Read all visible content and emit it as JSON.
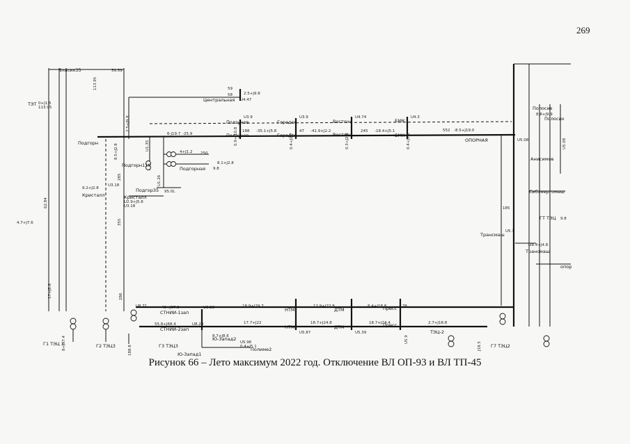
{
  "page_number": "269",
  "caption": "Рисунок 66 – Лето максимум 2022 год. Отключение ВЛ ОП-93 и ВЛ ТП-45",
  "stations": {
    "vlasikha": "Власих35",
    "tet": "ТЭТ",
    "centralnaya": "Центральная",
    "polzunova_top": "Ползунов",
    "gorodskaya_top": "Городск",
    "vostochnaya_top": "Восточн",
    "bmk_top": "БМК",
    "polzunova_bot": "Ползунов",
    "gorodskaya_bot": "Городск",
    "vostochnaya_bot": "Восточн",
    "bmk_bot": "БМК",
    "podgorn": "Подгорн",
    "podgornaya_110": "Подгорн110",
    "podgornaya": "Подгорная",
    "podgor35": "Подгор35",
    "kristall_left": "Кристалл",
    "kristall_right": "Кристалл",
    "opornaya": "ОПОРНАЯ",
    "polosikha_1": "Полосих",
    "polosikha_2": "Полосих",
    "aniksinova": "Анисимов",
    "sibenergomash": "Сибэнергомаш",
    "gt_tec": "ГТ ТЭЦ",
    "transmash_1": "Трансмаш",
    "transmash_2": "Трансмаш",
    "opor_right": "опор",
    "ntm_1": "НТМ",
    "ntm_2": "НТМ",
    "dtm_1": "ДТМ",
    "dtm_2": "ДТМ",
    "press_1": "Пресс",
    "press_2": "Пресс",
    "sibniiz_1": "СТНИИ-1зап",
    "sibniiz_2": "СТНИИ-2зап",
    "yu_zap_1": "Ю-Запад2",
    "yu_zap_2": "Ю-Запад1",
    "polimer": "Полиме2",
    "tec2": "ТЭЦ-2"
  },
  "generators": {
    "g1": "Г1 ТЭЦ 3",
    "g2": "Г2 ТЭЦ3",
    "g3": "Г3 ТЭЦ3",
    "g7": "Г7 ТЭЦ2"
  },
  "values": {
    "v_top": "59.59",
    "v_tet": "0+J1.5",
    "v_tet2": "113.95",
    "v_cent1": "59",
    "v_cent2": "58",
    "v_cent3": "2.5+J9.8",
    "v_cent4": "U4.47",
    "v_main1": "6-j19.7",
    "v_main2": "-25.9",
    "v_pz1": "0.9+J10.8",
    "v_pz2": "U3.9",
    "v_gr1": "U3.9",
    "v_gr2": "0.4+J1.7",
    "v_vs1": "U4.74",
    "v_vs2": "0.3+J2.8",
    "v_bmk1": "U4.3",
    "v_bmk2": "0.4+J3.1",
    "v_b1": "188",
    "v_b2": "-35.1+J5.8",
    "v_b3": "47",
    "v_b4": "-41.9+J2.2",
    "v_b5": "245",
    "v_b6": "-18.4+J5.1",
    "v_b7": "552",
    "v_b8": "-8.5+J19.0",
    "v_op1": "U5.08",
    "v_pd1": "8.5+J2.8",
    "v_pd2": "U1.35",
    "v_pd3": "U1.26",
    "v_pd4": "95.0L",
    "v_pd5": "4+J1.2",
    "v_pd6": "250",
    "v_pd7": "8.1+J2.8",
    "v_pd8": "9.8",
    "v_kr1": "9.2+J2.8",
    "v_kr2": "U3.18",
    "v_kr3": "U2.9+J5.8",
    "v_kr4": "U3.18",
    "v_vert1": "285",
    "v_vert2": "286",
    "v_vert3": "355",
    "v_left1": "4.7+J7.6",
    "v_left2": "62.84",
    "v_left3": "17+J8.6",
    "v_bot1": "U8.71",
    "v_bot2": "46+J67.6",
    "v_bot3": "U8.18",
    "v_bot4": "18.9+J29.7",
    "v_bot5": "12.9+J22.8",
    "v_bot6": "8.4+J18.8",
    "v_bot7": "76",
    "v_bot8": "55.8+J68.4",
    "v_bot9": "U8.29",
    "v_bot10": "17.7+J22",
    "v_bot11": "18.7+J24.8",
    "v_bot12": "18.7+J24.4",
    "v_bot13": "2.7+J18.8",
    "v_bot14": "U5.87",
    "v_bot15": "U5.39",
    "v_bot16": "U5.9",
    "v_bot17": "8.7+J8.6",
    "v_bot18": "U5.96",
    "v_bot19": "0.4+J5.1",
    "v_r1": "185",
    "v_r2": "U5.1",
    "v_r3": "-38.4+J4.8",
    "v_r4": "U5.08",
    "v_r5": "8.8+J9.9",
    "v_r6": "9.8",
    "v_g1a": "8+J57.4",
    "v_g3a": "188.8",
    "v_g7a": "J18.5"
  }
}
